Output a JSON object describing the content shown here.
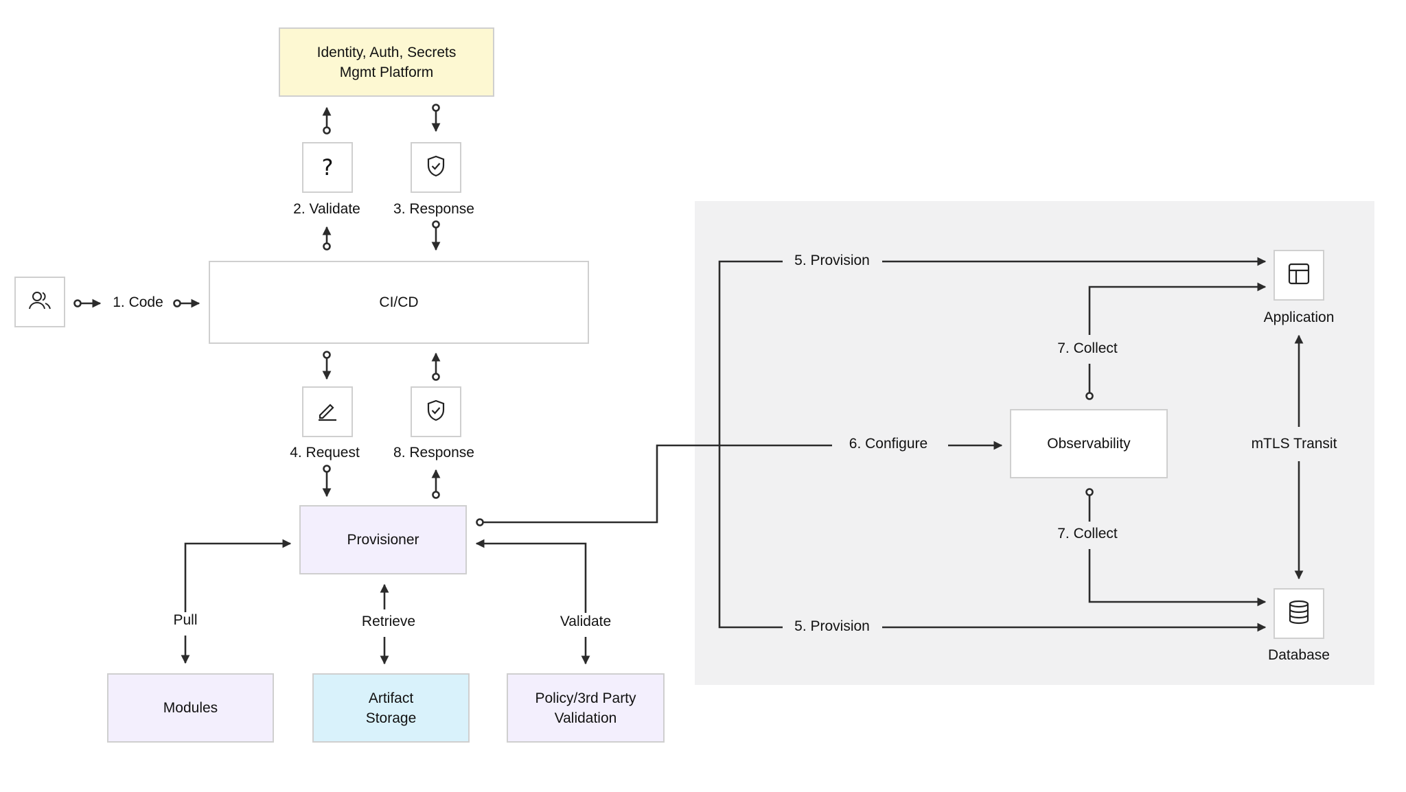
{
  "colors": {
    "line": "#2b2b2b",
    "box_border": "#cfcfcf",
    "identity_fill": "#fdf8d2",
    "provisioner_fill": "#f3effd",
    "modules_fill": "#f3effd",
    "artifact_fill": "#d9f2fb",
    "policy_fill": "#f3effd",
    "panel_fill": "#f1f1f2"
  },
  "nodes": {
    "identity": "Identity, Auth, Secrets\nMgmt Platform",
    "cicd": "CI/CD",
    "provisioner": "Provisioner",
    "modules": "Modules",
    "artifact": "Artifact\nStorage",
    "policy": "Policy/3rd Party\nValidation",
    "observability": "Observability",
    "application": "Application",
    "database": "Database"
  },
  "icons": {
    "user": "users-icon",
    "validate": "question-mark-icon",
    "response_top": "shield-check-icon",
    "request": "edit-pen-icon",
    "response_bottom": "shield-check-icon",
    "application": "layout-panel-icon",
    "database": "database-icon"
  },
  "edges": {
    "code": "1. Code",
    "validate": "2. Validate",
    "response_top": "3. Response",
    "request": "4. Request",
    "response_bottom": "8. Response",
    "provision_app": "5. Provision",
    "provision_db": "5. Provision",
    "configure": "6. Configure",
    "collect_app": "7. Collect",
    "collect_db": "7. Collect",
    "mtls": "mTLS Transit",
    "pull": "Pull",
    "retrieve": "Retrieve",
    "validate_policy": "Validate"
  }
}
